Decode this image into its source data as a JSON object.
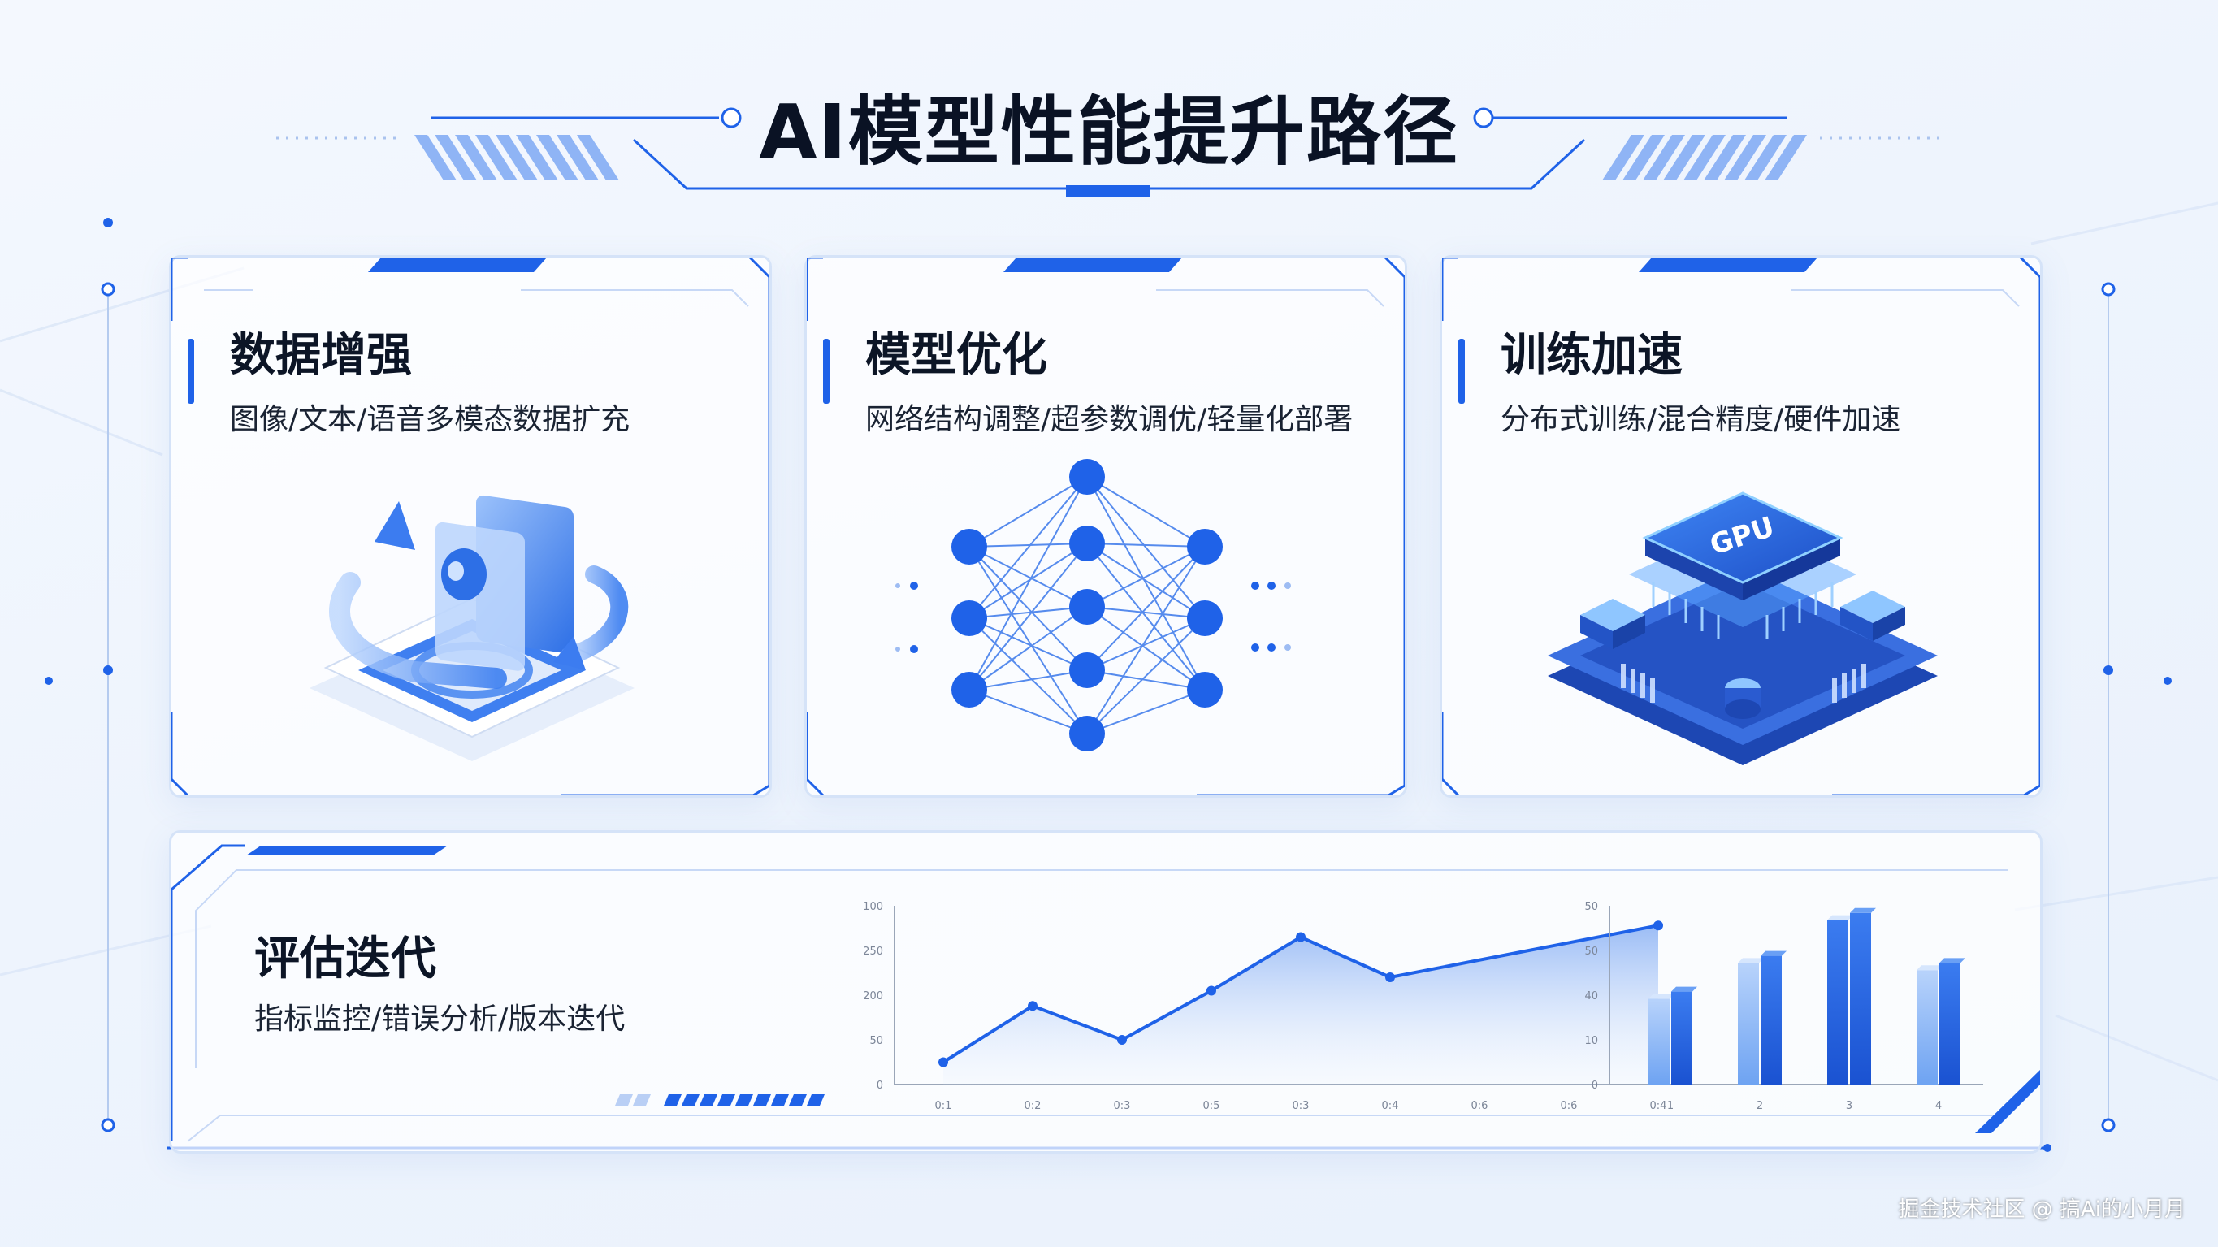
{
  "title": "AI模型性能提升路径",
  "cards": [
    {
      "title": "数据增强",
      "subtitle": "图像/文本/语音多模态数据扩充"
    },
    {
      "title": "模型优化",
      "subtitle": "网络结构调整/超参数调优/轻量化部署"
    },
    {
      "title": "训练加速",
      "subtitle": "分布式训练/混合精度/硬件加速"
    },
    {
      "title": "评估迭代",
      "subtitle": "指标监控/错误分析/版本迭代"
    }
  ],
  "chip_label": "GPU",
  "watermark": "掘金技术社区 @ 搞Ai的小月月",
  "colors": {
    "accent": "#1f62e8",
    "light_accent": "#8fb4f5",
    "text": "#0c1526"
  },
  "chart_data": [
    {
      "type": "area",
      "x": [
        "0:1",
        "0:2",
        "0:3",
        "0:5",
        "0:3",
        "0:4",
        "0:6",
        "0:6",
        "0:4"
      ],
      "values": [
        25,
        88,
        50,
        105,
        165,
        120,
        null,
        null,
        178
      ],
      "y_ticks": [
        "100",
        "250",
        "200",
        "50",
        "0"
      ],
      "ylim": [
        0,
        200
      ],
      "grid": false
    },
    {
      "type": "bar",
      "categories": [
        "1",
        "2",
        "3",
        "4"
      ],
      "series": [
        {
          "values": [
            24,
            34,
            46,
            32
          ]
        },
        {
          "values": [
            26,
            36,
            48,
            34
          ]
        }
      ],
      "y_ticks": [
        "50",
        "50",
        "40",
        "10",
        "0"
      ],
      "ylim": [
        0,
        50
      ],
      "grid": false
    }
  ]
}
